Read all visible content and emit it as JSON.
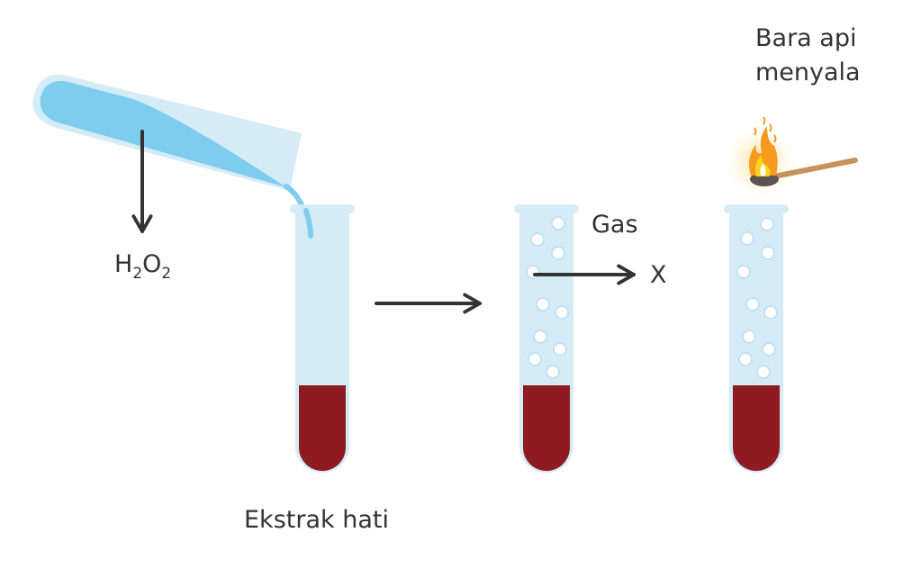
{
  "labels": {
    "reagent_main": "H",
    "reagent_sub1": "2",
    "reagent_mid": "O",
    "reagent_sub2": "2",
    "extract": "Ekstrak hati",
    "gas": "Gas",
    "unknown": "X",
    "ember_line1": "Bara api",
    "ember_line2": "menyala"
  },
  "colors": {
    "tube_glass": "#d5ecf7",
    "liquid_blue": "#7ecdee",
    "liver_extract": "#8e1b22",
    "arrow": "#333333",
    "flame": "#f39a1f",
    "stick": "#c8935c"
  }
}
